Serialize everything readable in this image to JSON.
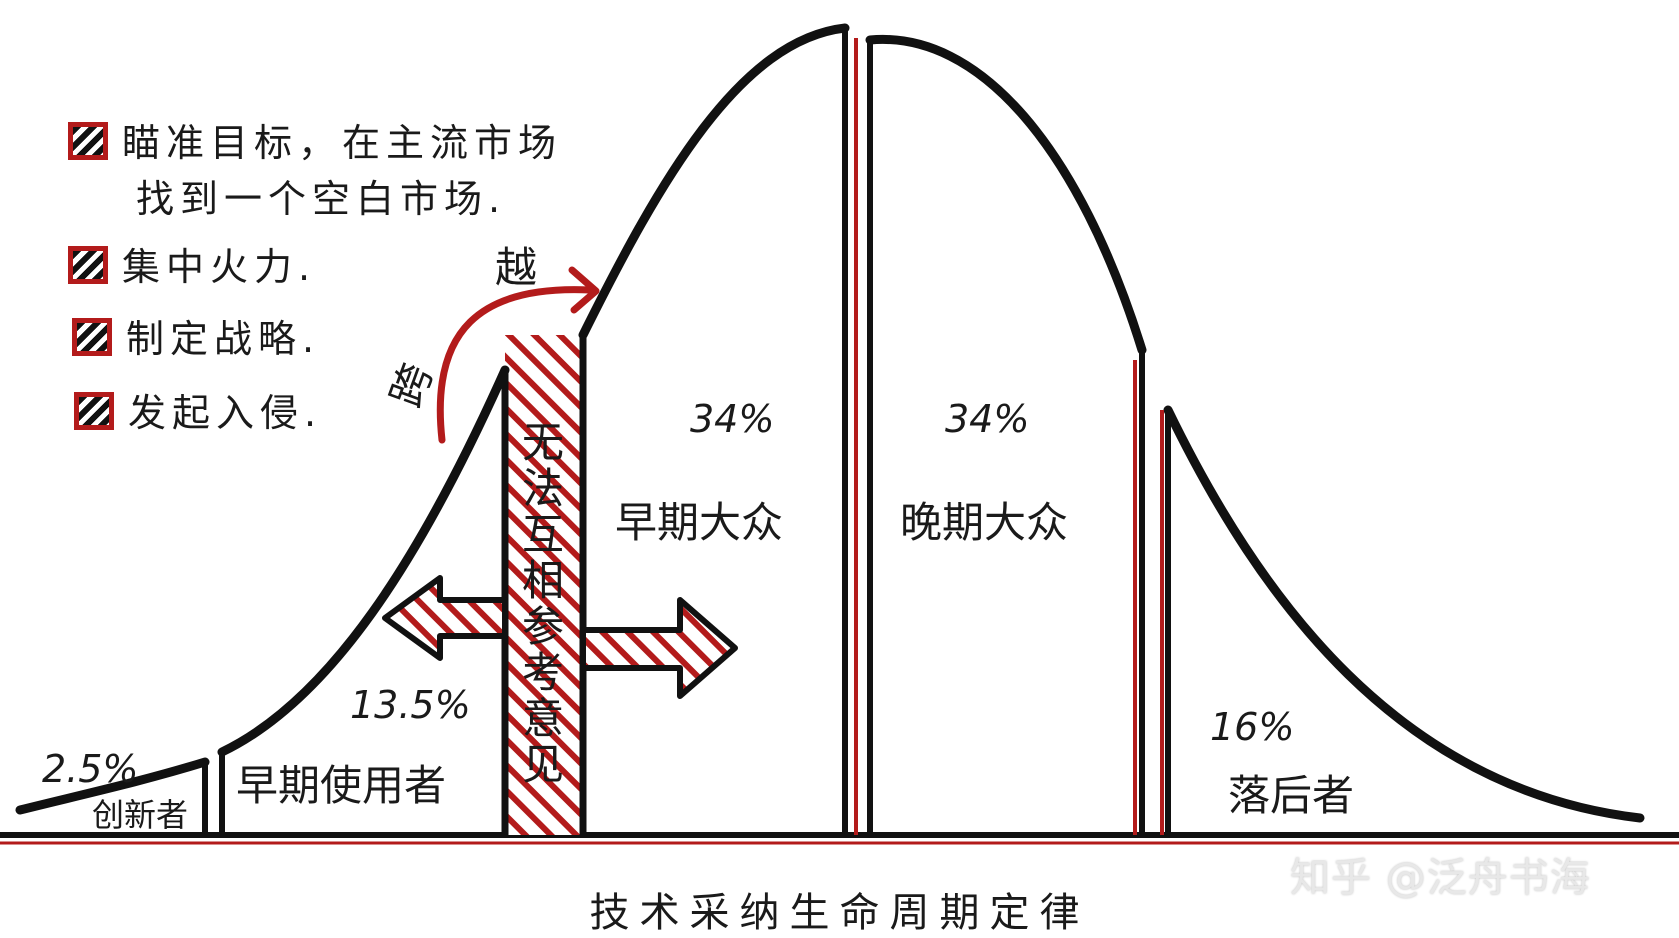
{
  "legend": [
    {
      "text": "瞄准目标，在主流市场",
      "icon": "hatched-box-icon"
    },
    {
      "text": "找到一个空白市场.",
      "icon": ""
    },
    {
      "text": "集中火力.",
      "icon": "hatched-box-icon"
    },
    {
      "text": "制定战略.",
      "icon": "hatched-box-icon"
    },
    {
      "text": "发起入侵.",
      "icon": "hatched-box-icon"
    }
  ],
  "segments": [
    {
      "label": "创新者",
      "pct": "2.5%"
    },
    {
      "label": "早期使用者",
      "pct": "13.5%"
    },
    {
      "label": "早期大众",
      "pct": "34%"
    },
    {
      "label": "晚期大众",
      "pct": "34%"
    },
    {
      "label": "落后者",
      "pct": "16%"
    }
  ],
  "chasm_text": [
    "无",
    "法",
    "互",
    "相",
    "参",
    "考",
    "意",
    "见"
  ],
  "arrow_text": {
    "cross_1": "跨",
    "cross_2": "越"
  },
  "footer_title": "技术采纳生命周期定律",
  "watermark": "知乎 @泛舟书海",
  "colors": {
    "accent": "#b31b1b",
    "line": "#111111",
    "hatch": "#b31b1b"
  }
}
